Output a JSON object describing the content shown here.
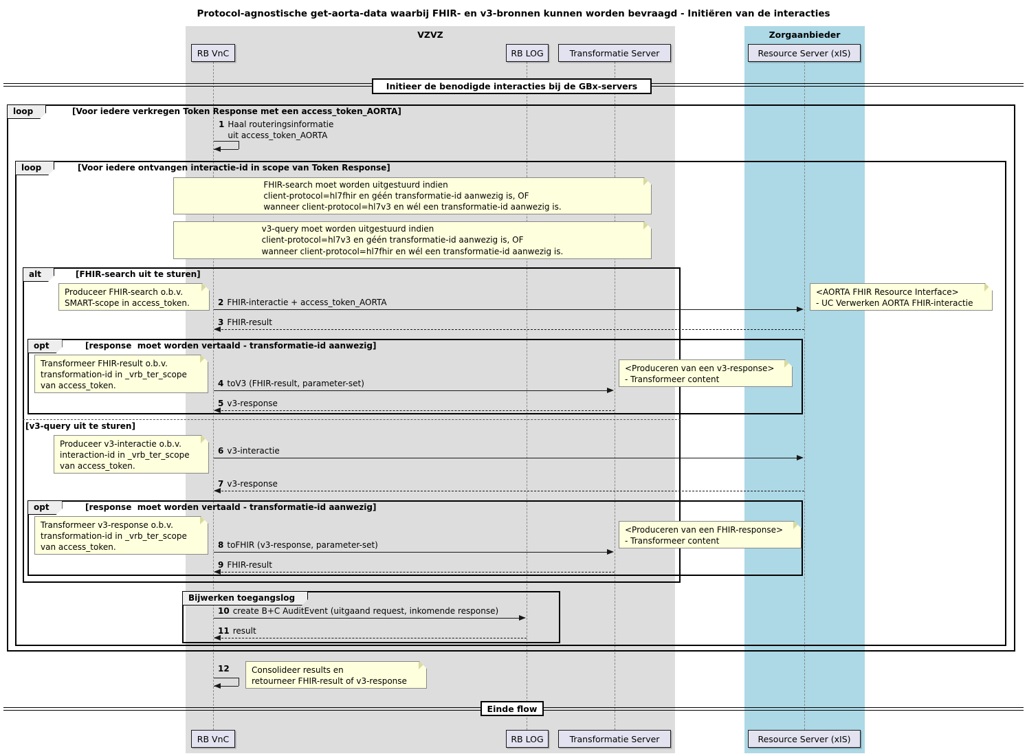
{
  "title": "Protocol-agnostische get-aorta-data waarbij FHIR- en v3-bronnen kunnen worden bevraagd - Initiëren van de interacties",
  "colors": {
    "vzvz_box": "#DDDDDD",
    "zorgaanbieder_box": "#ADD8E6",
    "note_bg": "#FEFFDD",
    "participant_bg": "#E2E2F0"
  },
  "boxes": {
    "vzvz": "VZVZ",
    "zorgaanbieder": "Zorgaanbieder"
  },
  "participants": {
    "rbvnc": "RB VnC",
    "rblog": "RB LOG",
    "transformatie": "Transformatie Server",
    "resource": "Resource Server (xIS)"
  },
  "dividers": {
    "start": "Initieer de benodigde interacties bij de GBx-servers",
    "einde": "Einde flow"
  },
  "frames": {
    "loop_outer": {
      "keyword": "loop",
      "condition": "[Voor iedere verkregen Token Response met een access_token_AORTA]"
    },
    "loop_inner": {
      "keyword": "loop",
      "condition": "[Voor iedere ontvangen interactie-id in scope van Token Response]"
    },
    "alt_fhir": {
      "keyword": "alt",
      "condition": "[FHIR-search uit te sturen]",
      "else_condition": "[v3-query uit te sturen]"
    },
    "opt_tov3": {
      "keyword": "opt",
      "condition": "[response  moet worden vertaald - transformatie-id aanwezig]"
    },
    "opt_tofhir": {
      "keyword": "opt",
      "condition": "[response  moet worden vertaald - transformatie-id aanwezig]"
    },
    "group_log": {
      "keyword": "Bijwerken toegangslog"
    }
  },
  "notes": {
    "fhir_search_rule": "FHIR-search moet worden uitgestuurd indien\nclient-protocol=hl7fhir en géén transformatie-id aanwezig is, OF\nwanneer client-protocol=hl7v3 en wél een transformatie-id aanwezig is.",
    "v3_query_rule": "v3-query moet worden uitgestuurd indien\nclient-protocol=hl7v3 en géén transformatie-id aanwezig is, OF\nwanneer client-protocol=hl7fhir en wél een transformatie-id aanwezig is.",
    "produceer_fhir": "Produceer FHIR-search o.b.v.\nSMART-scope in access_token.",
    "aorta_fhir_interface": "<AORTA FHIR Resource Interface>\n- UC Verwerken AORTA FHIR-interactie",
    "transformeer_fhir": "Transformeer FHIR-result o.b.v.\ntransformation-id in _vrb_ter_scope\nvan access_token.",
    "produceren_v3": "<Produceren van een v3-response>\n- Transformeer content",
    "produceer_v3": "Produceer v3-interactie o.b.v.\ninteraction-id in _vrb_ter_scope\nvan access_token.",
    "transformeer_v3": "Transformeer v3-response o.b.v.\ntransformation-id in _vrb_ter_scope\nvan access_token.",
    "produceren_fhir": "<Produceren van een FHIR-response>\n- Transformeer content",
    "consolideer": "Consolideer results en\nretourneer FHIR-result of v3-response"
  },
  "messages": {
    "m1": {
      "num": "1",
      "text": "Haal routeringsinformatie\nuit access_token_AORTA"
    },
    "m2": {
      "num": "2",
      "text": "FHIR-interactie + access_token_AORTA"
    },
    "m3": {
      "num": "3",
      "text": "FHIR-result"
    },
    "m4": {
      "num": "4",
      "text": "toV3 (FHIR-result, parameter-set)"
    },
    "m5": {
      "num": "5",
      "text": "v3-response"
    },
    "m6": {
      "num": "6",
      "text": "v3-interactie"
    },
    "m7": {
      "num": "7",
      "text": "v3-response"
    },
    "m8": {
      "num": "8",
      "text": "toFHIR (v3-response, parameter-set)"
    },
    "m9": {
      "num": "9",
      "text": "FHIR-result"
    },
    "m10": {
      "num": "10",
      "text": "create B+C AuditEvent (uitgaand request, inkomende response)"
    },
    "m11": {
      "num": "11",
      "text": "result"
    },
    "m12": {
      "num": "12"
    }
  }
}
